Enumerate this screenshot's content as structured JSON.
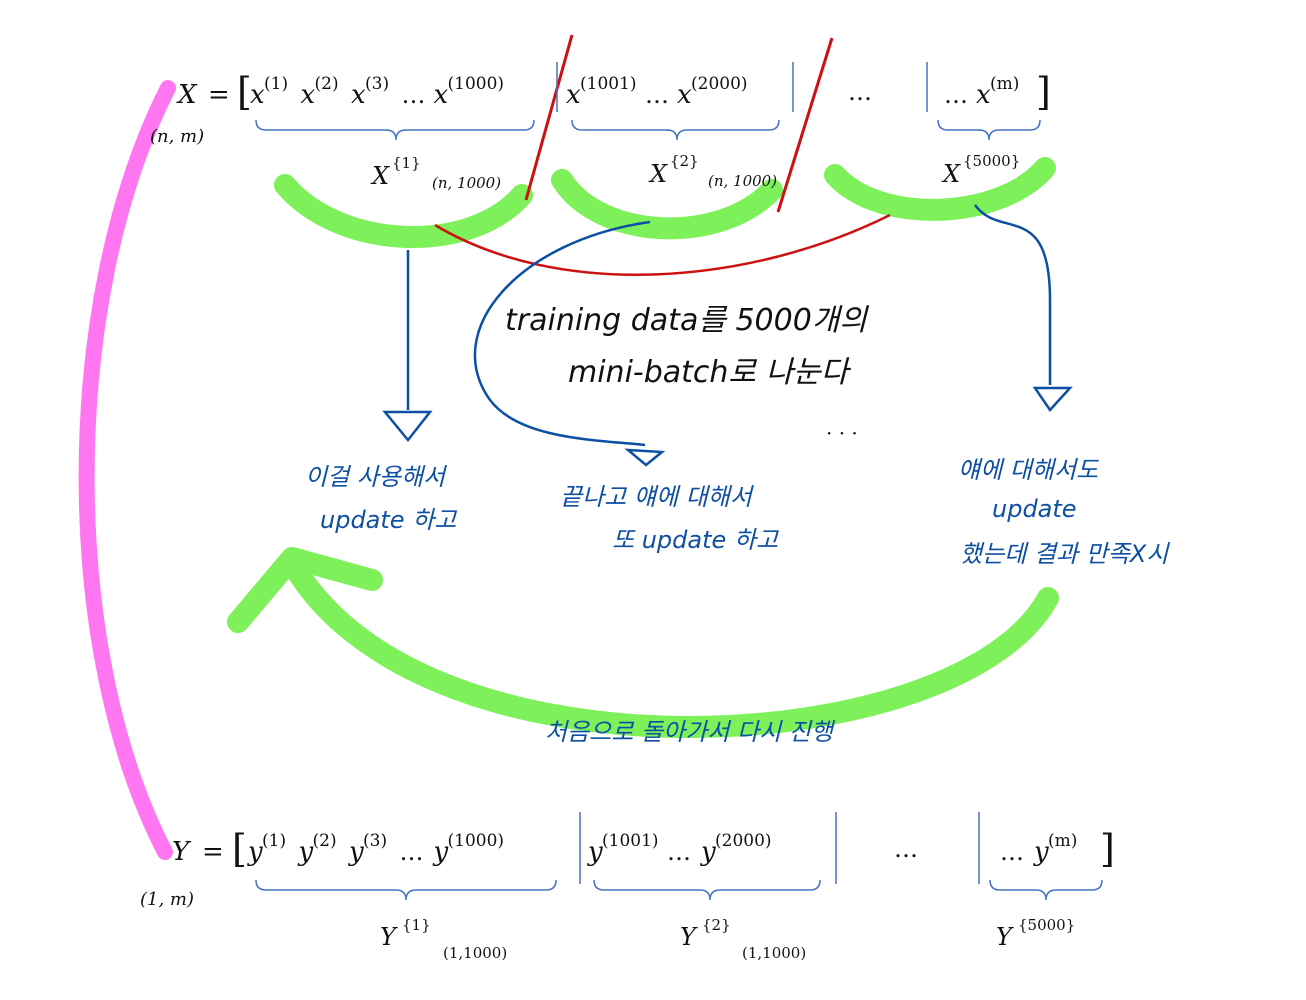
{
  "colors": {
    "bracket": "#4472c4",
    "green": "#7ef05a",
    "pink": "#ff77f0",
    "red": "#cc1111",
    "note_blue": "#0d4fa3",
    "ink": "#111111"
  },
  "x_row": {
    "symbol": "X",
    "equals": "=",
    "dim": "(n, m)",
    "group1": [
      {
        "base": "x",
        "sup": "(1)"
      },
      {
        "base": "x",
        "sup": "(2)"
      },
      {
        "base": "x",
        "sup": "(3)"
      },
      {
        "dots": "…"
      },
      {
        "base": "x",
        "sup": "(1000)"
      }
    ],
    "group2": [
      {
        "base": "x",
        "sup": "(1001)"
      },
      {
        "dots": "…"
      },
      {
        "base": "x",
        "sup": "(2000)"
      }
    ],
    "mid_dots": "…",
    "group_last": [
      {
        "dots": "…"
      },
      {
        "base": "x",
        "sup": "(m)"
      }
    ],
    "batch_labels": [
      {
        "base": "X",
        "sup": "{1}",
        "sub": "(n, 1000)"
      },
      {
        "base": "X",
        "sup": "{2}",
        "sub": "(n, 1000)"
      },
      {
        "base": "X",
        "sup": "{5000}",
        "sub": ""
      }
    ]
  },
  "y_row": {
    "symbol": "Y",
    "equals": "=",
    "dim": "(1, m)",
    "group1": [
      {
        "base": "y",
        "sup": "(1)"
      },
      {
        "base": "y",
        "sup": "(2)"
      },
      {
        "base": "y",
        "sup": "(3)"
      },
      {
        "dots": "…"
      },
      {
        "base": "y",
        "sup": "(1000)"
      }
    ],
    "group2": [
      {
        "base": "y",
        "sup": "(1001)"
      },
      {
        "dots": "…"
      },
      {
        "base": "y",
        "sup": "(2000)"
      }
    ],
    "mid_dots": "…",
    "group_last": [
      {
        "dots": "…"
      },
      {
        "base": "y",
        "sup": "(m)"
      }
    ],
    "batch_labels": [
      {
        "base": "Y",
        "sup": "{1}",
        "sub": "(1,1000)"
      },
      {
        "base": "Y",
        "sup": "{2}",
        "sub": "(1,1000)"
      },
      {
        "base": "Y",
        "sup": "{5000}",
        "sub": ""
      }
    ]
  },
  "notes": {
    "split_line1": "training data를 5000개의",
    "split_line2": "mini-batch로 나눈다",
    "batch1_line1": "이걸 사용해서",
    "batch1_line2": "update 하고",
    "batch2_line1": "끝나고 얘에 대해서",
    "batch2_line2": "또 update 하고",
    "dots": "· · ·",
    "last_line1": "얘에 대해서도",
    "last_line2": "update",
    "last_line3": "했는데 결과 만족X시",
    "loop": "처음으로 돌아가서 다시 진행"
  }
}
